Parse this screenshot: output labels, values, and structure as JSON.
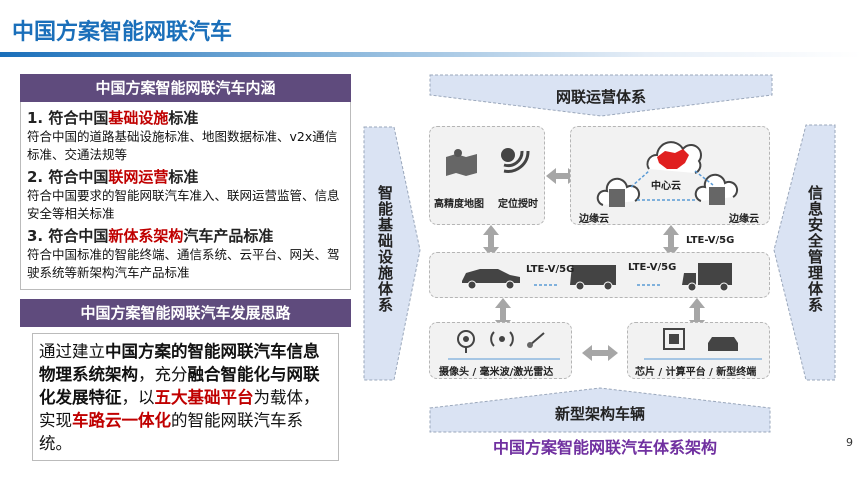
{
  "header": {
    "title": "中国方案智能网联汽车"
  },
  "connotation": {
    "heading": "中国方案智能网联汽车内涵",
    "items": [
      {
        "prefix": "1. 符合中国",
        "highlight": "基础设施",
        "suffix": "标准",
        "desc": "符合中国的道路基础设施标准、地图数据标准、v2x通信标准、交通法规等"
      },
      {
        "prefix": "2. 符合中国",
        "highlight": "联网运营",
        "suffix": "标准",
        "desc": "符合中国要求的智能网联汽车准入、联网运营监管、信息安全等相关标准"
      },
      {
        "prefix": "3. 符合中国",
        "highlight": "新体系架构",
        "suffix": "汽车产品标准",
        "desc": "符合中国标准的智能终端、通信系统、云平台、网关、驾驶系统等新架构汽车产品标准"
      }
    ]
  },
  "development": {
    "heading": "中国方案智能网联汽车发展思路",
    "segments": [
      "通过建立",
      "中国方案的智能网联汽车信息物理系统架构",
      "，充分",
      "融合智能化与网联化发展特征",
      "，以",
      "五大基础平台",
      "为载体，实现",
      "车路云一体化",
      "的智能网联汽车系统。"
    ]
  },
  "diagram": {
    "top_banner": "网联运营体系",
    "left_banner": "智能基础设施体系",
    "right_banner": "信息安全管理体系",
    "bottom_banner": "新型架构车辆",
    "map_label": "高精度地图",
    "positioning_label": "定位授时",
    "center_cloud": "中心云",
    "edge_cloud_left": "边缘云",
    "edge_cloud_right": "边缘云",
    "link_vertical": "LTE-V/5G",
    "link_car_bus": "LTE-V/5G",
    "link_bus_truck": "LTE-V/5G",
    "sensors_label": "摄像头 / 毫米波/激光雷达",
    "compute_label": "芯片 / 计算平台 / 新型终端",
    "caption": "中国方案智能网联汽车体系架构",
    "accent": "#5b9bd5"
  },
  "page_number": "9"
}
